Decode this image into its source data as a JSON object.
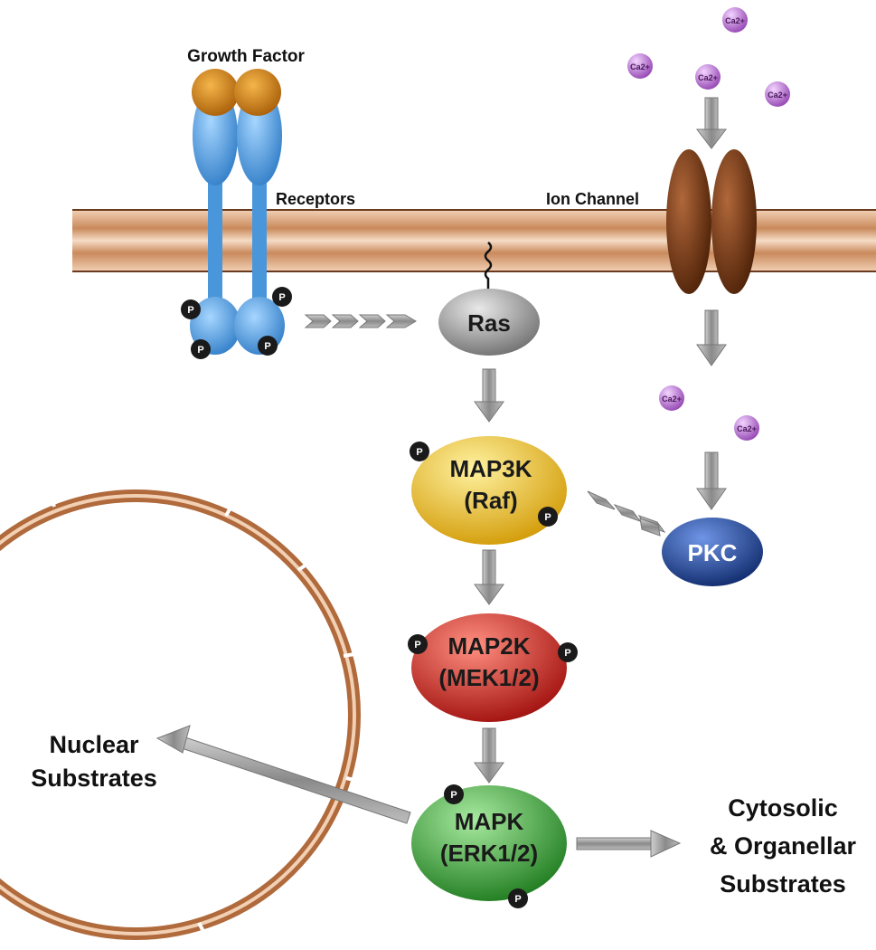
{
  "labels": {
    "growth_factor": "Growth Factor",
    "receptors": "Receptors",
    "ion_channel": "Ion Channel",
    "nuclear_substrates": [
      "Nuclear",
      "Substrates"
    ],
    "cytosolic_substrates": [
      "Cytosolic",
      "& Organellar",
      "Substrates"
    ]
  },
  "nodes": {
    "ras": "Ras",
    "map3k": [
      "MAP3K",
      "(Raf)"
    ],
    "map2k": [
      "MAP2K",
      "(MEK1/2)"
    ],
    "mapk": [
      "MAPK",
      "(ERK1/2)"
    ],
    "pkc": "PKC"
  },
  "phospho_label": "P",
  "ion_label": "Ca2+",
  "colors": {
    "membrane": "#d8a17a",
    "membrane_line": "#7a4a28",
    "growth_factor": "#d4861a",
    "receptor": "#5aa6e6",
    "ion_channel": "#6b3312",
    "calcium": "#c07ad6",
    "ras": "#a8a8a8",
    "map3k": "#f0c019",
    "map2k": "#d8251f",
    "mapk": "#3ea93e",
    "pkc": "#1d3f8f",
    "arrow": "#9a9a9a",
    "phospho": "#1a1a1a"
  }
}
